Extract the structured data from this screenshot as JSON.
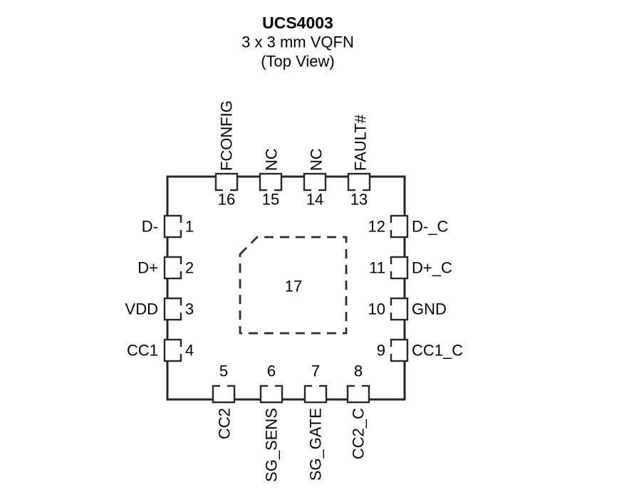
{
  "header": {
    "title": "UCS4003",
    "subtitle": "3 x 3 mm VQFN",
    "view_label": "(Top View)"
  },
  "thermal_pad": {
    "number": "17"
  },
  "pins": {
    "top": [
      {
        "number": "16",
        "label": "FCONFIG"
      },
      {
        "number": "15",
        "label": "NC"
      },
      {
        "number": "14",
        "label": "NC"
      },
      {
        "number": "13",
        "label": "FAULT#"
      }
    ],
    "left": [
      {
        "number": "1",
        "label": "D-"
      },
      {
        "number": "2",
        "label": "D+"
      },
      {
        "number": "3",
        "label": "VDD"
      },
      {
        "number": "4",
        "label": "CC1"
      }
    ],
    "right": [
      {
        "number": "12",
        "label": "D-_C"
      },
      {
        "number": "11",
        "label": "D+_C"
      },
      {
        "number": "10",
        "label": "GND"
      },
      {
        "number": "9",
        "label": "CC1_C"
      }
    ],
    "bottom": [
      {
        "number": "5",
        "label": "CC2"
      },
      {
        "number": "6",
        "label": "SG_SENS"
      },
      {
        "number": "7",
        "label": "SG_GATE"
      },
      {
        "number": "8",
        "label": "CC2_C"
      }
    ]
  },
  "colors": {
    "line": "#262626",
    "text": "#000000",
    "background": "#ffffff"
  }
}
